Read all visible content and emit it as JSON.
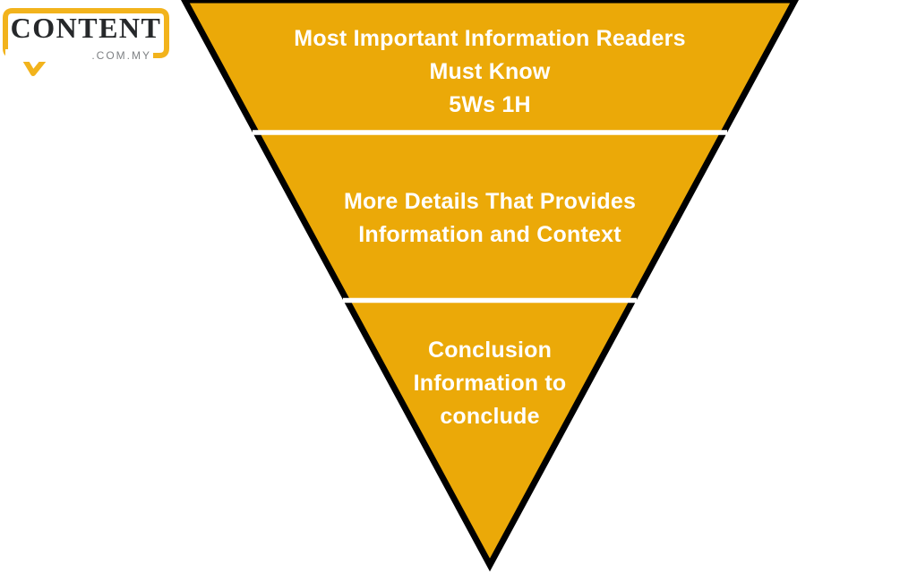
{
  "logo": {
    "brand": "CONTENT",
    "domain": ".COM.MY"
  },
  "pyramid": {
    "type": "inverted-pyramid",
    "sections": [
      {
        "id": "top",
        "lines": [
          "Most Important Information Readers",
          "Must Know",
          "5Ws 1H"
        ]
      },
      {
        "id": "middle",
        "lines": [
          "More Details That Provides",
          "Information and Context"
        ]
      },
      {
        "id": "bottom",
        "lines": [
          "Conclusion",
          "Information to",
          "conclude"
        ]
      }
    ]
  },
  "colors": {
    "pyramid_fill": "#EBA908",
    "pyramid_outline": "#000000",
    "divider": "#FFFFFF",
    "section_text": "#FFFFFF",
    "logo_border": "#F2B31C",
    "logo_brand_text": "#26282A",
    "logo_domain_text": "#7E8184"
  }
}
